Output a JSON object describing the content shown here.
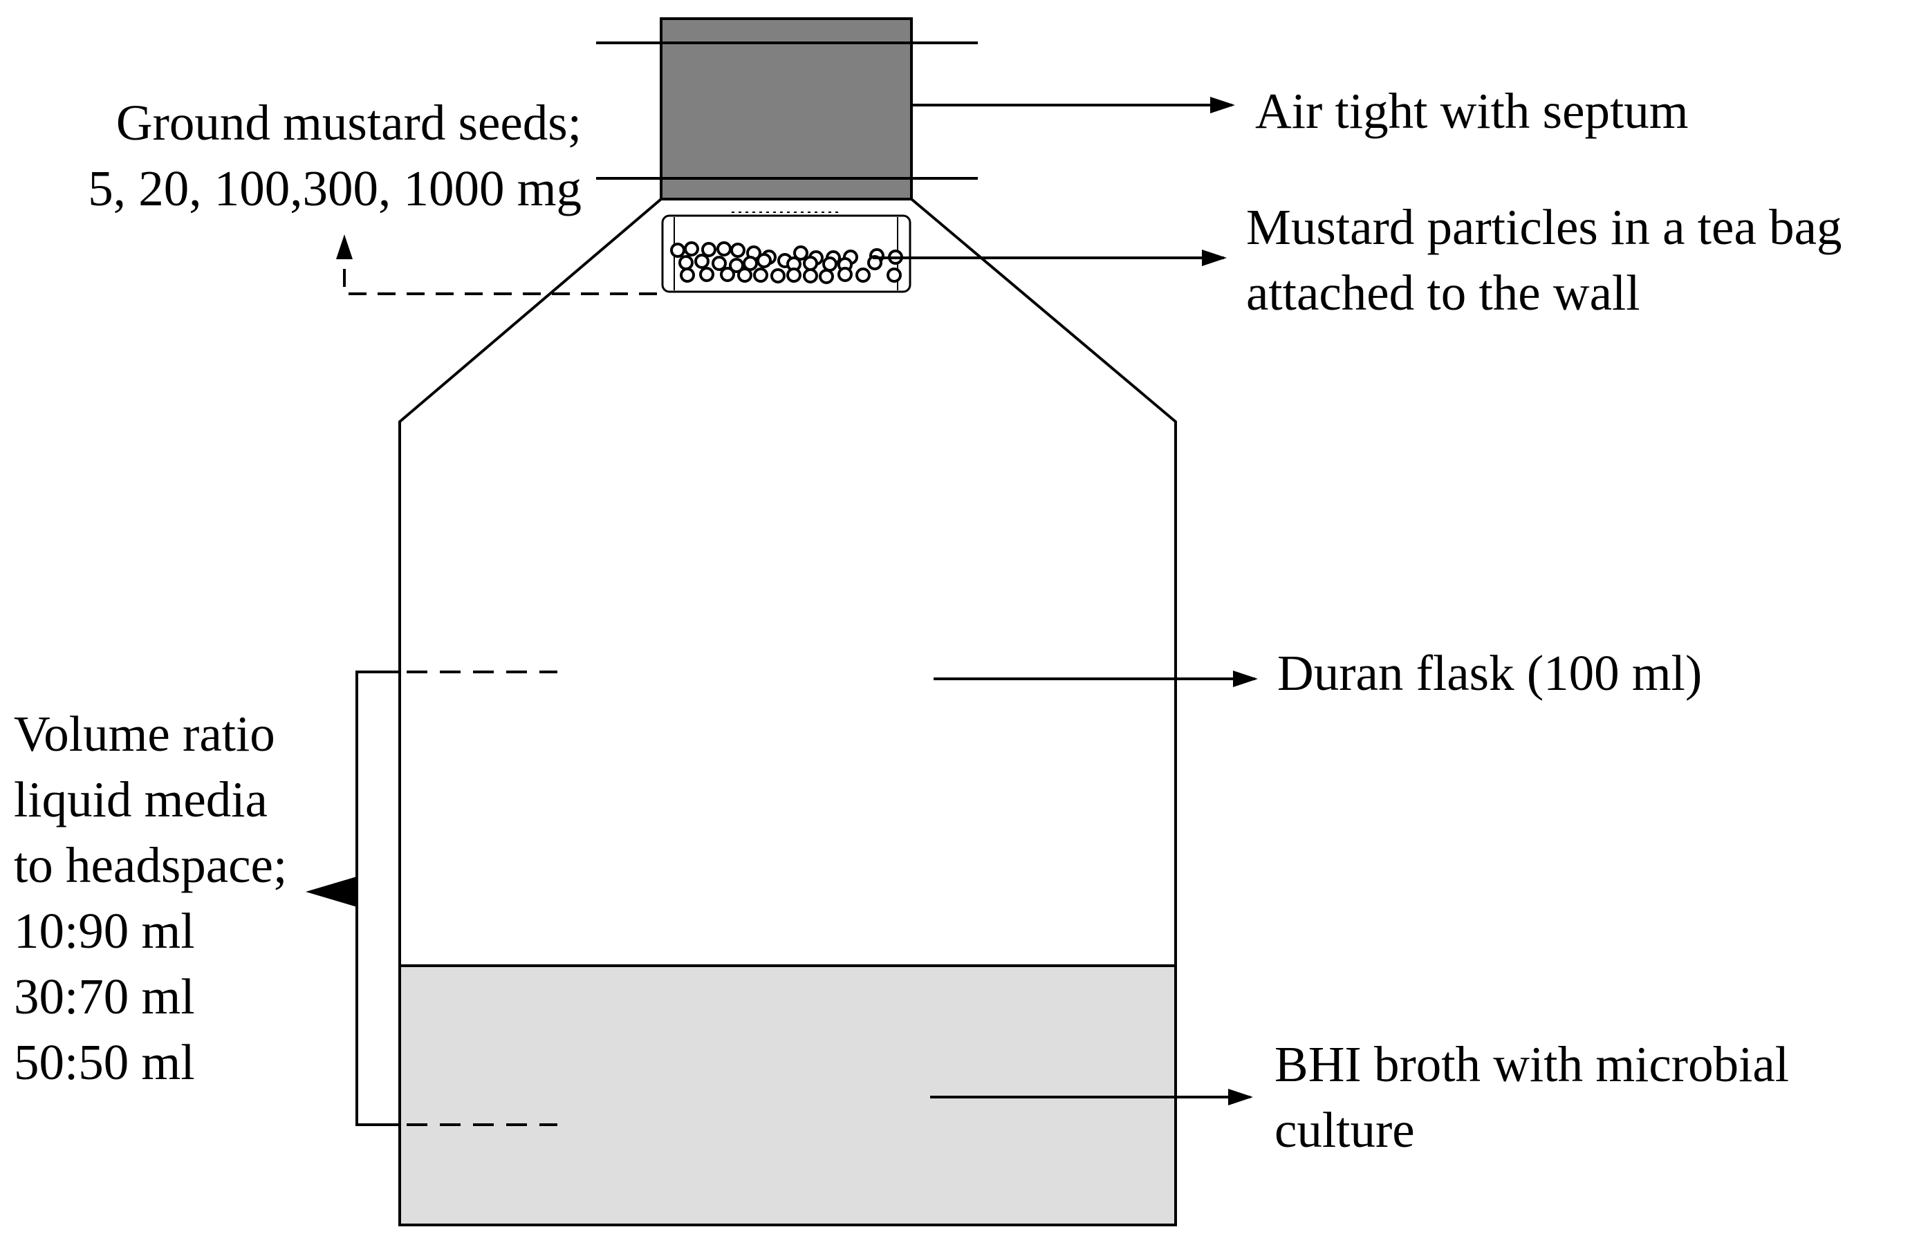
{
  "labels": {
    "ground_seeds_line1": "Ground mustard seeds;",
    "ground_seeds_line2": "5, 20, 100,300, 1000 mg",
    "air_tight": "Air tight with septum",
    "tea_bag_line1": "Mustard particles in a tea bag",
    "tea_bag_line2": "attached to the wall",
    "duran_flask": "Duran flask (100 ml)",
    "volume_ratio_lines": [
      "Volume ratio",
      "liquid media",
      "to headspace;",
      "10:90 ml",
      "30:70 ml",
      "50:50 ml"
    ],
    "bhi_line1": "BHI broth with microbial",
    "bhi_line2": "culture"
  },
  "colors": {
    "cap_fill": "#808080",
    "broth_fill": "#dedede",
    "line": "#000000",
    "background": "#ffffff"
  }
}
